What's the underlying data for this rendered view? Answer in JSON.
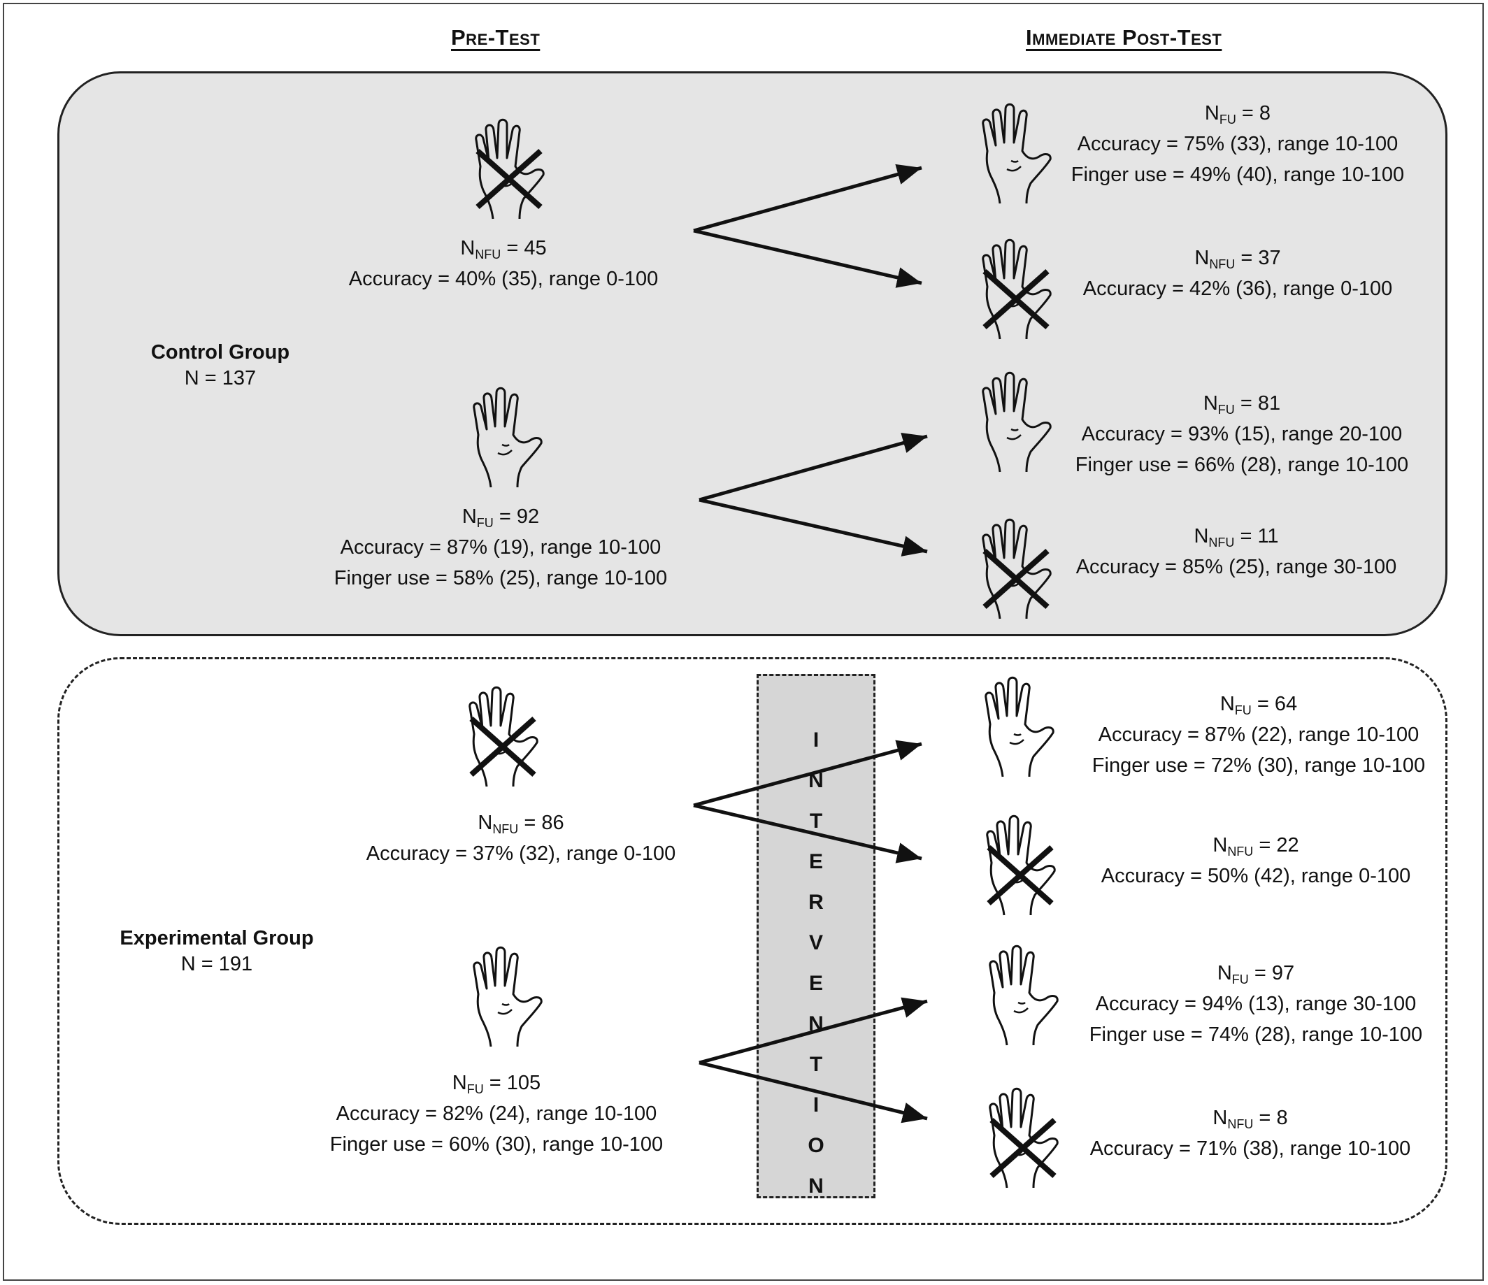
{
  "headers": {
    "pre_test": "Pre-Test",
    "post_test": "Immediate Post-Test"
  },
  "control_group": {
    "title": "Control Group",
    "n": "N = 137",
    "pre": [
      {
        "n_sub": "NFU",
        "n_value": "45",
        "accuracy": "Accuracy = 40% (35), range 0-100",
        "finger_use": "",
        "icon": "hand-crossed-icon"
      },
      {
        "n_sub": "FU",
        "n_value": "92",
        "accuracy": "Accuracy = 87% (19), range 10-100",
        "finger_use": "Finger use = 58% (25), range 10-100",
        "icon": "hand-icon"
      }
    ],
    "post": [
      {
        "n_sub": "FU",
        "n_value": "8",
        "accuracy": "Accuracy = 75% (33), range 10-100",
        "finger_use": "Finger use = 49% (40), range 10-100",
        "icon": "hand-icon"
      },
      {
        "n_sub": "NFU",
        "n_value": "37",
        "accuracy": "Accuracy = 42% (36), range 0-100",
        "finger_use": "",
        "icon": "hand-crossed-icon"
      },
      {
        "n_sub": "FU",
        "n_value": "81",
        "accuracy": "Accuracy = 93% (15), range 20-100",
        "finger_use": "Finger use = 66% (28), range 10-100",
        "icon": "hand-icon"
      },
      {
        "n_sub": "NFU",
        "n_value": "11",
        "accuracy": "Accuracy = 85% (25), range 30-100",
        "finger_use": "",
        "icon": "hand-crossed-icon"
      }
    ]
  },
  "experimental_group": {
    "title": "Experimental Group",
    "n": "N = 191",
    "pre": [
      {
        "n_sub": "NFU",
        "n_value": "86",
        "accuracy": "Accuracy = 37% (32), range 0-100",
        "finger_use": "",
        "icon": "hand-crossed-icon"
      },
      {
        "n_sub": "FU",
        "n_value": "105",
        "accuracy": "Accuracy = 82% (24), range 10-100",
        "finger_use": "Finger use = 60% (30), range 10-100",
        "icon": "hand-icon"
      }
    ],
    "post": [
      {
        "n_sub": "FU",
        "n_value": "64",
        "accuracy": "Accuracy = 87% (22), range 10-100",
        "finger_use": "Finger use = 72% (30), range 10-100",
        "icon": "hand-icon"
      },
      {
        "n_sub": "NFU",
        "n_value": "22",
        "accuracy": "Accuracy = 50% (42), range 0-100",
        "finger_use": "",
        "icon": "hand-crossed-icon"
      },
      {
        "n_sub": "FU",
        "n_value": "97",
        "accuracy": "Accuracy = 94% (13), range 30-100",
        "finger_use": "Finger use = 74% (28), range 10-100",
        "icon": "hand-icon"
      },
      {
        "n_sub": "NFU",
        "n_value": "8",
        "accuracy": "Accuracy = 71% (38), range 10-100",
        "finger_use": "",
        "icon": "hand-crossed-icon"
      }
    ]
  },
  "intervention_letters": [
    "I",
    "N",
    "T",
    "E",
    "R",
    "V",
    "E",
    "N",
    "T",
    "I",
    "O",
    "N"
  ]
}
